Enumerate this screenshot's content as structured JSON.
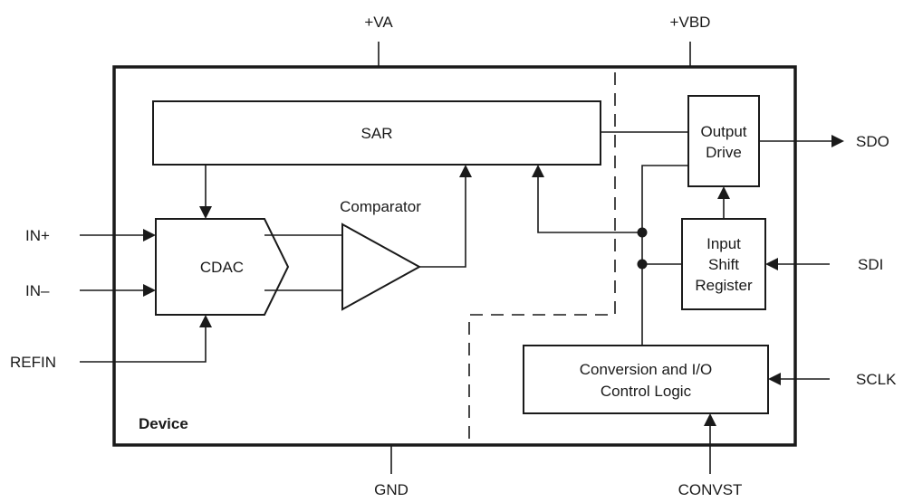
{
  "device_label": "Device",
  "blocks": {
    "sar": "SAR",
    "cdac": "CDAC",
    "comparator": "Comparator",
    "output_drive": [
      "Output",
      "Drive"
    ],
    "input_shift_register": [
      "Input",
      "Shift",
      "Register"
    ],
    "control_logic": [
      "Conversion and I/O",
      "Control Logic"
    ]
  },
  "pins": {
    "va": "+VA",
    "vbd": "+VBD",
    "gnd": "GND",
    "convst": "CONVST",
    "in_plus": "IN+",
    "in_minus": "IN–",
    "refin": "REFIN",
    "sdo": "SDO",
    "sdi": "SDI",
    "sclk": "SCLK"
  }
}
